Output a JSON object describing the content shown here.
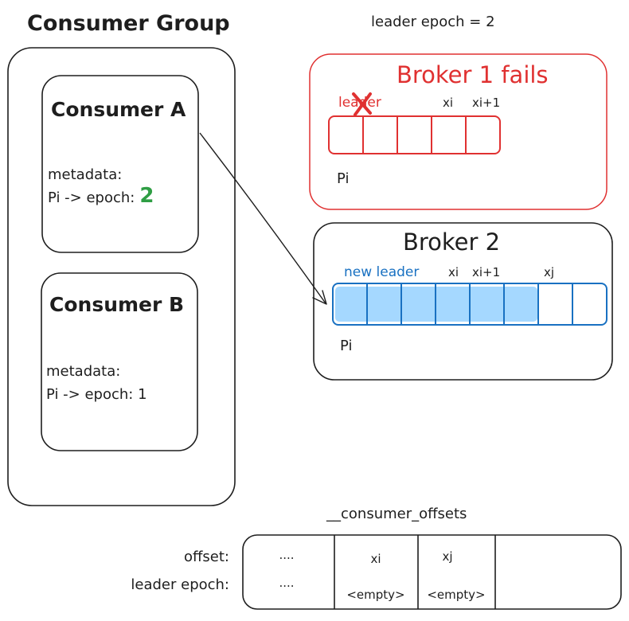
{
  "consumer_group": {
    "title": "Consumer Group",
    "consumer_a": {
      "title": "Consumer A",
      "metadata_label": "metadata:",
      "epoch_prefix": "Pi -> epoch:",
      "epoch_value": "2"
    },
    "consumer_b": {
      "title": "Consumer B",
      "metadata_label": "metadata:",
      "epoch_line": "Pi -> epoch: 1"
    }
  },
  "leader_epoch_note": "leader epoch = 2",
  "broker1": {
    "title": "Broker 1 fails",
    "leader_label": "leader",
    "xi_label": "xi",
    "xi1_label": "xi+1",
    "partition_label": "Pi",
    "cells": 5
  },
  "broker2": {
    "title": "Broker 2",
    "new_leader_label": "new leader",
    "xi_label": "xi",
    "xi1_label": "xi+1",
    "xj_label": "xj",
    "partition_label": "Pi",
    "cells": 8,
    "filled_cells": 6
  },
  "offsets_table": {
    "title": "__consumer_offsets",
    "row_labels": [
      "offset:",
      "leader epoch:"
    ],
    "columns": [
      {
        "offset": "....",
        "epoch": "...."
      },
      {
        "offset": "xi",
        "epoch": "<empty>"
      },
      {
        "offset": "xj",
        "epoch": "<empty>"
      },
      {
        "offset": "",
        "epoch": ""
      }
    ]
  },
  "colors": {
    "stroke": "#1e1e1e",
    "red": "#e03131",
    "blue": "#1971c2",
    "blue_fill": "#a5d8ff",
    "green": "#2f9e44"
  }
}
